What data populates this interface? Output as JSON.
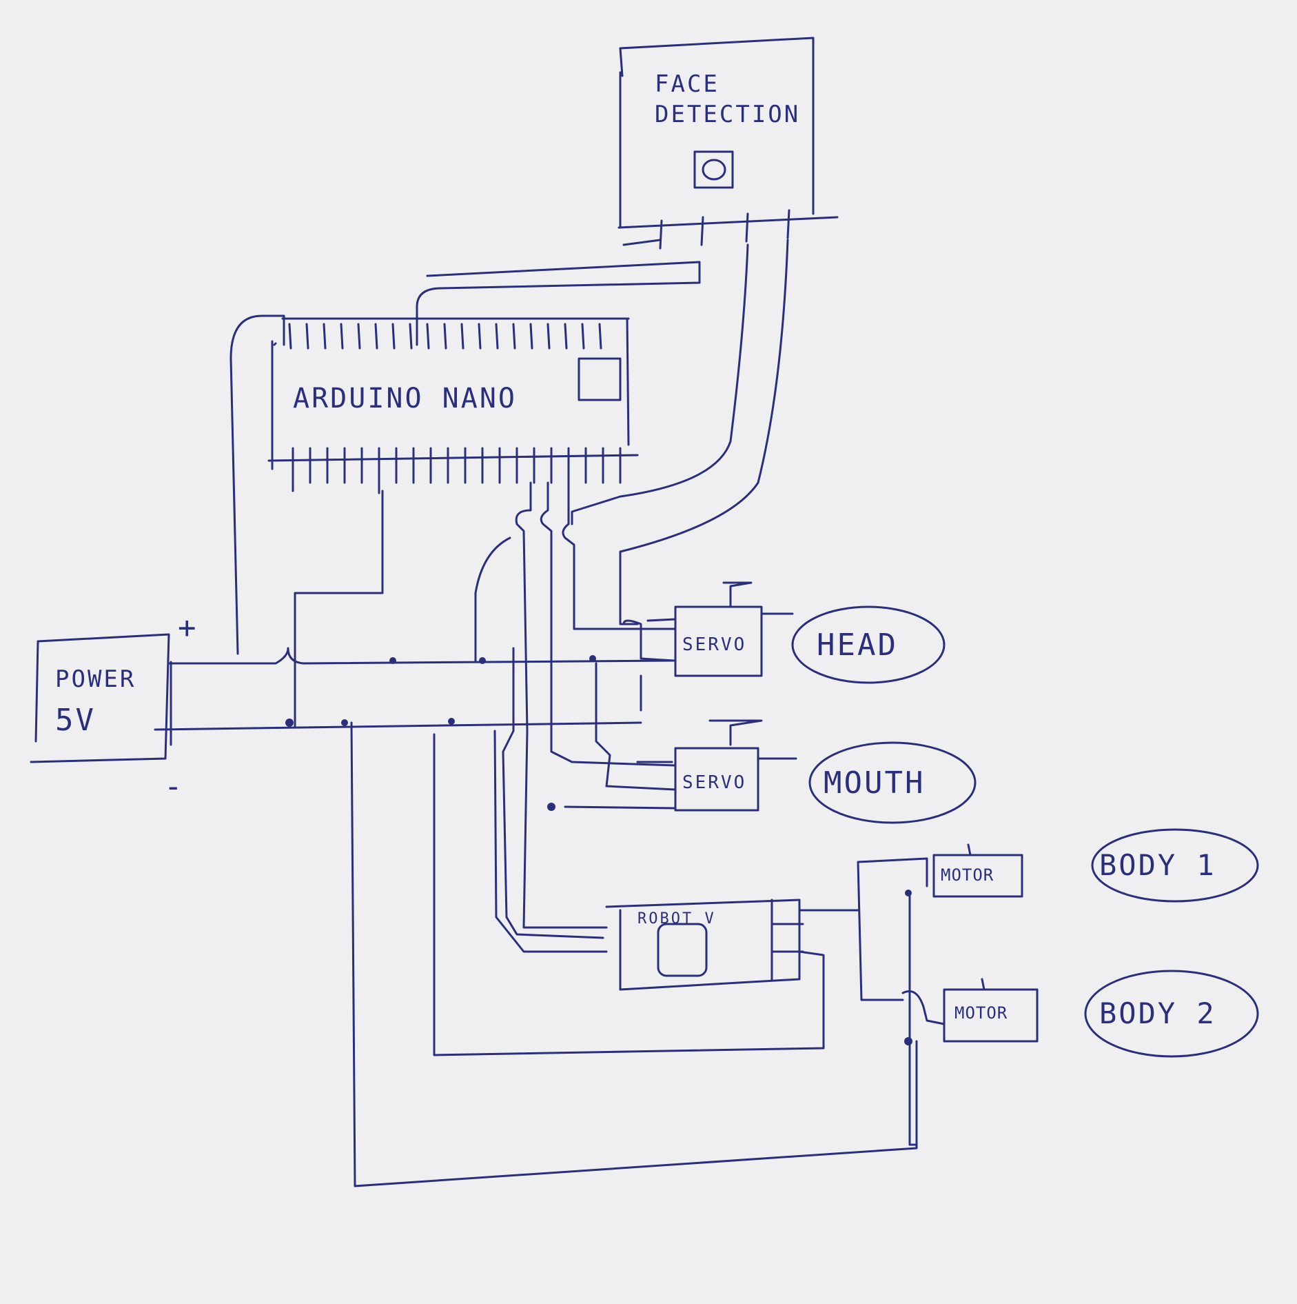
{
  "ink_color": "#2b2f78",
  "paper_color": "#efeff2",
  "components": {
    "face_detection": {
      "line1": "FACE",
      "line2": "DETECTION",
      "icon": "camera-icon"
    },
    "arduino": {
      "label": "ARDUINO NANO"
    },
    "power": {
      "line1": "POWER",
      "line2": "5V",
      "plus": "+",
      "minus": "-"
    },
    "servo_head": {
      "label": "SERVO",
      "tag": "HEAD"
    },
    "servo_mouth": {
      "label": "SERVO",
      "tag": "MOUTH"
    },
    "driver": {
      "label": "ROBOT V"
    },
    "motor1": {
      "label": "MOTOR",
      "tag": "BODY 1"
    },
    "motor2": {
      "label": "MOTOR",
      "tag": "BODY 2"
    }
  }
}
